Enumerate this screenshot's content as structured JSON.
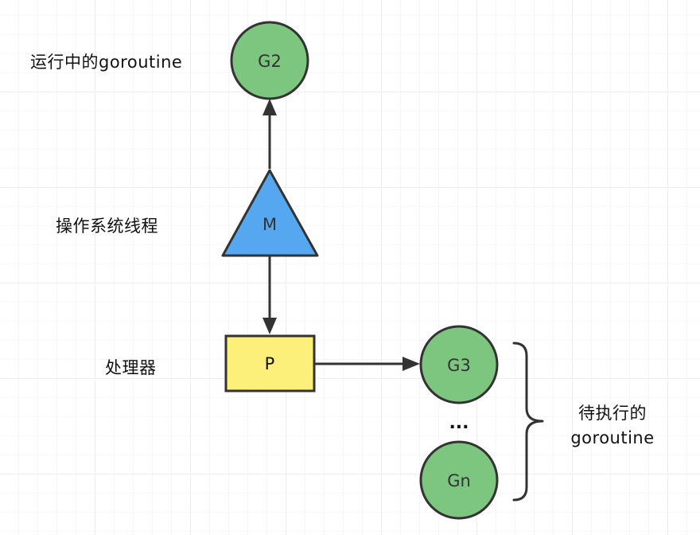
{
  "labels": {
    "running": "运行中的goroutine",
    "os_thread": "操作系统线程",
    "processor": "处理器",
    "waiting_line1": "待执行的",
    "waiting_line2": "goroutine"
  },
  "nodes": {
    "g2": "G2",
    "m": "M",
    "p": "P",
    "g3": "G3",
    "ellipsis": "...",
    "gn": "Gn"
  },
  "colors": {
    "goroutine_fill": "#7dc67f",
    "thread_fill": "#55a8f0",
    "processor_fill": "#fcef7a",
    "stroke": "#333333"
  }
}
